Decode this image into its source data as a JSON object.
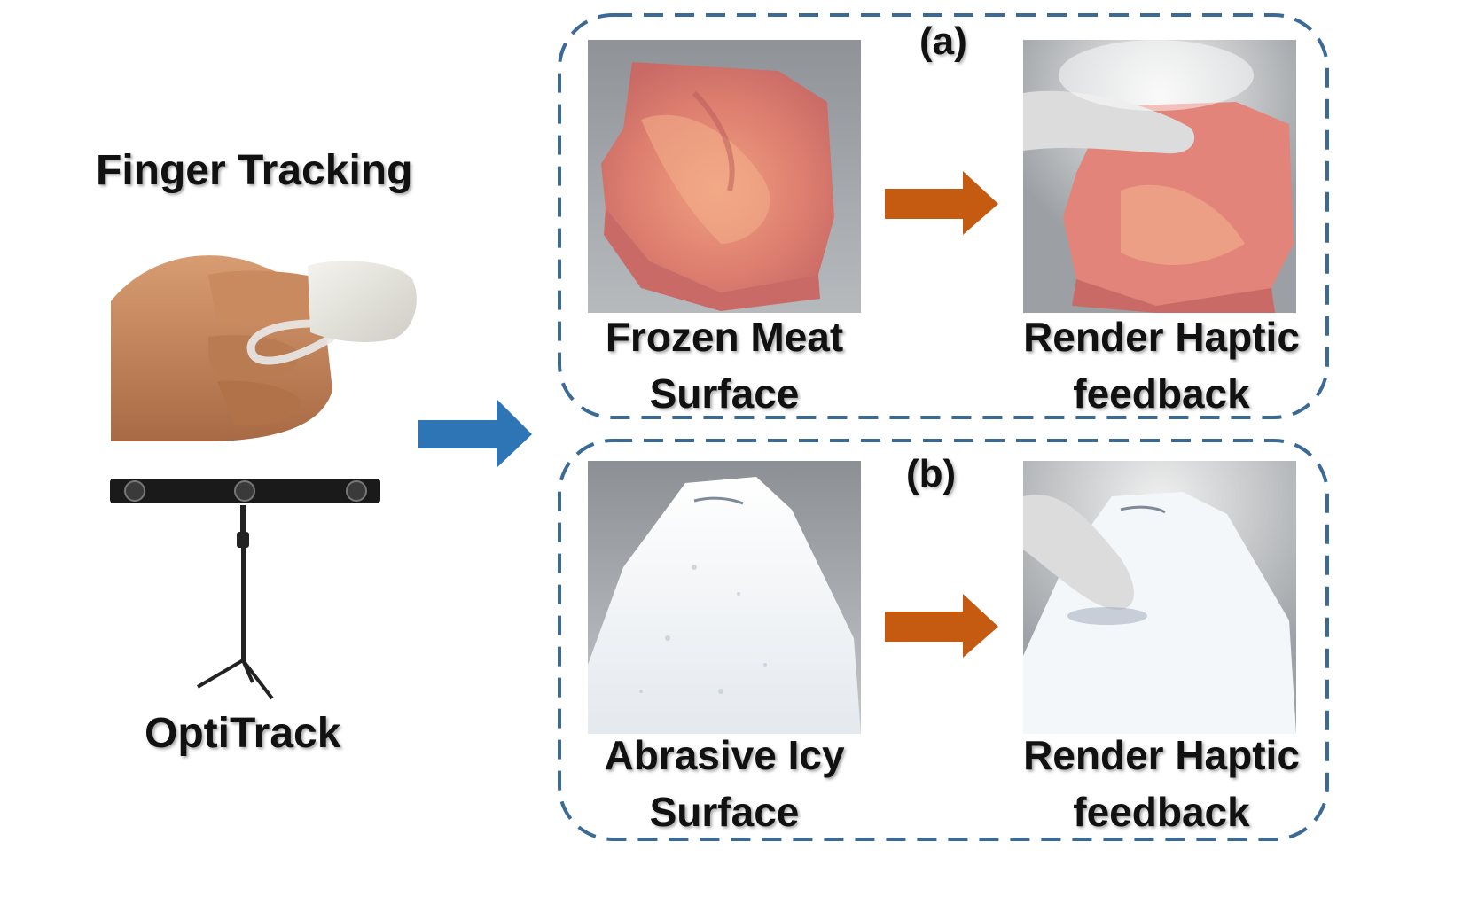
{
  "left": {
    "title": "Finger Tracking",
    "device_label": "OptiTrack"
  },
  "panels": [
    {
      "label": "(a)",
      "source_caption": [
        "Frozen Meat",
        "Surface"
      ],
      "result_caption": [
        "Render Haptic",
        "feedback"
      ]
    },
    {
      "label": "(b)",
      "source_caption": [
        "Abrasive Icy",
        "Surface"
      ],
      "result_caption": [
        "Render Haptic",
        "feedback"
      ]
    }
  ],
  "colors": {
    "dashed_border": "#3b6a96",
    "main_arrow": "#2e75b6",
    "step_arrow": "#c55a11",
    "meat": "#d9706a",
    "ice": "#f2f5f8",
    "render_bg": "#8a8f94",
    "skin": "#c9895f",
    "thimble": "#e8e6df"
  },
  "icons": [
    "finger-thimble-photo",
    "optitrack-camera-bar-icon",
    "tripod-icon",
    "blue-arrow-icon",
    "orange-arrow-icon",
    "finger-model-icon",
    "mist-icon"
  ]
}
